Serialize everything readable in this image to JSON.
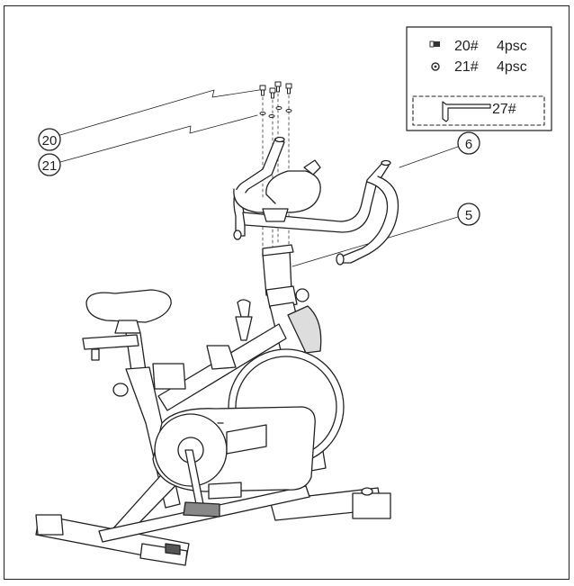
{
  "callouts": [
    {
      "id": "c20",
      "number": "20"
    },
    {
      "id": "c21",
      "number": "21"
    },
    {
      "id": "c6",
      "number": "6"
    },
    {
      "id": "c5",
      "number": "5"
    }
  ],
  "parts_box": {
    "items": [
      {
        "code": "20#",
        "qty": "4psc",
        "icon": "bolt-icon"
      },
      {
        "code": "21#",
        "qty": "4psc",
        "icon": "washer-icon"
      }
    ],
    "tool": {
      "code": "27#",
      "icon": "allen-key-icon"
    }
  },
  "colors": {
    "line": "#222222",
    "fill": "#ffffff",
    "dark": "#333333"
  }
}
